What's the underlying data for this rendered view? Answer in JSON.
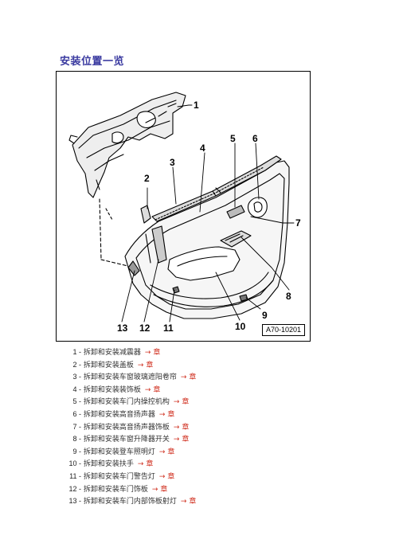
{
  "title": "安装位置一览",
  "figure": {
    "id": "A70-10201"
  },
  "callouts": [
    "1",
    "2",
    "3",
    "4",
    "5",
    "6",
    "7",
    "8",
    "9",
    "10",
    "11",
    "12",
    "13"
  ],
  "legend": [
    {
      "num": "1 -",
      "text": "拆卸和安装减震器",
      "arrow": "→",
      "ref": "章"
    },
    {
      "num": "2 -",
      "text": "拆卸和安装盖板",
      "arrow": "→",
      "ref": "章"
    },
    {
      "num": "3 -",
      "text": "拆卸和安装车窗玻璃遮阳卷帘",
      "arrow": "→",
      "ref": "章"
    },
    {
      "num": "4 -",
      "text": "拆卸和安装装饰板",
      "arrow": "→",
      "ref": "章"
    },
    {
      "num": "5 -",
      "text": "拆卸和安装车门内操控机构",
      "arrow": "→",
      "ref": "章"
    },
    {
      "num": "6 -",
      "text": "拆卸和安装高音扬声器",
      "arrow": "→",
      "ref": "章"
    },
    {
      "num": "7 -",
      "text": "拆卸和安装高音扬声器饰板",
      "arrow": "→",
      "ref": "章"
    },
    {
      "num": "8 -",
      "text": "拆卸和安装车窗升降器开关",
      "arrow": "→",
      "ref": "章"
    },
    {
      "num": "9 -",
      "text": "拆卸和安装登车照明灯",
      "arrow": "→",
      "ref": "章"
    },
    {
      "num": "10 -",
      "text": "拆卸和安装扶手",
      "arrow": "→",
      "ref": "章"
    },
    {
      "num": "11 -",
      "text": "拆卸和安装车门警告灯",
      "arrow": "→",
      "ref": "章"
    },
    {
      "num": "12 -",
      "text": "拆卸和安装车门饰板",
      "arrow": "→",
      "ref": "章"
    },
    {
      "num": "13 -",
      "text": "拆卸和安装车门内部饰板射灯",
      "arrow": "→",
      "ref": "章"
    }
  ]
}
